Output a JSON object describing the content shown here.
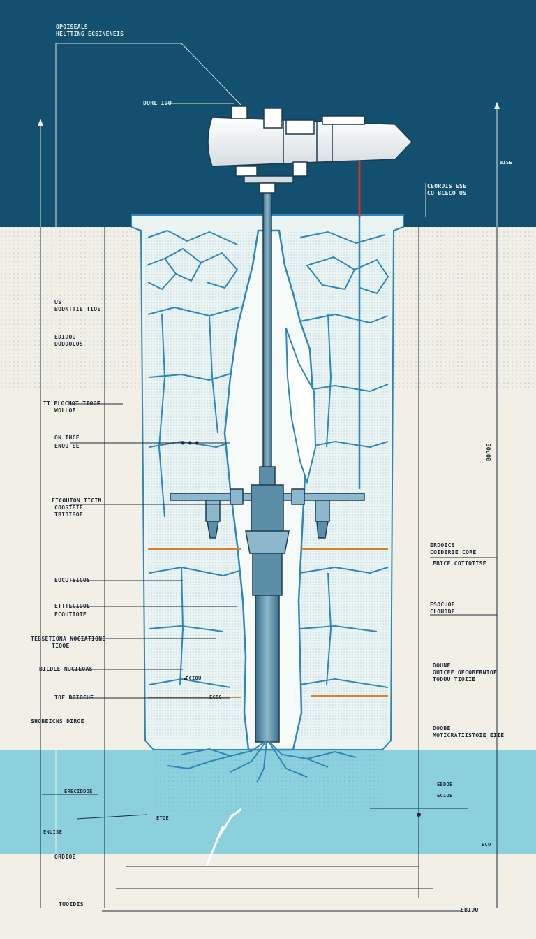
{
  "colors": {
    "sky": "#13506f",
    "paper": "#f2f0e6",
    "ice": "#eaf4f3",
    "ice_line": "#2f86b8",
    "water": "#8ccfdd",
    "steel": "#5c8ea8",
    "steel_dark": "#3a6f8a",
    "accent_red": "#c0392b",
    "accent_orange": "#d9822b",
    "ink": "#1d2b3a"
  },
  "labels": {
    "header": [
      "OPOISEALS",
      "HELTTING ECSINENEIS"
    ],
    "drill_unit": "DURL IDU",
    "right_top": [
      "CEORDIS ESE",
      "CO BCECO US"
    ],
    "left_1": [
      "US",
      "BODNTTIE TIOE"
    ],
    "left_2": [
      "EDIDOU",
      "DODDOLOS"
    ],
    "left_3": [
      "TI ELOCHOT TIOOE",
      "WOLLOE"
    ],
    "left_4": [
      "ON THCE",
      "ENOO EE"
    ],
    "left_5": [
      "EICOUTON TICIN",
      "COOSTEIE",
      "TBIDIBOE"
    ],
    "left_6": "EOCUTSICOS",
    "left_7": [
      "ETTTECIDOE",
      "ECOUTIOTE"
    ],
    "left_8": [
      "TEBSETIONA NOCIATIONE",
      "TIOOE"
    ],
    "left_9": "BILDLE NUCIEOAS",
    "left_10": "TOE BOIOCUE",
    "left_11": "SHOBEICNS DIROE",
    "left_12": "ERECIDDOE",
    "left_13": "ENUISE",
    "left_14": "ORDIOE",
    "right_1": [
      "ERDOICS",
      "COIDERIE CORE"
    ],
    "right_2": "EBICE COTIOTISE",
    "right_3": [
      "ESOCUOE",
      "CLOUDDE"
    ],
    "right_4": [
      "DOUNE",
      "OUICEE OECOBERNIOE",
      "TODUU TIOIIE"
    ],
    "right_5": [
      "DOOBE",
      "MOTICRATIISTOIE EIIE"
    ],
    "right_vertical": "BOPOE",
    "right_vertical_2": "BISE",
    "inline_1": "ECIOU",
    "inline_2": "ECOS",
    "inline_3": "ETOE",
    "inline_4": "EBDOE",
    "inline_5": "ECIOE",
    "bottom_left": "TUOIDIS",
    "bottom_right": "EBIDU",
    "bottom_right_2": "ECO"
  }
}
